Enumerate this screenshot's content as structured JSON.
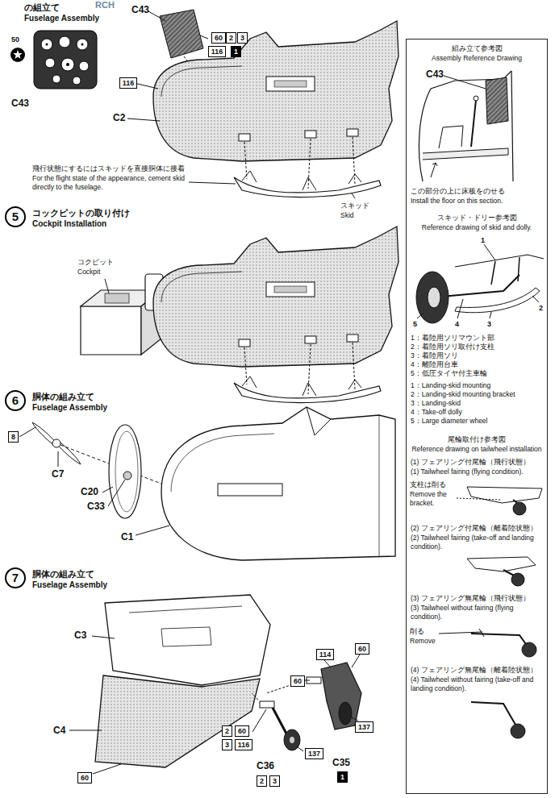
{
  "diagram": {
    "nodes": [
      {
        "text": [
          "60"
        ]
      },
      {
        "text": [
          "2"
        ]
      },
      {
        "text": [
          "3"
        ]
      },
      {
        "text": [
          "116"
        ]
      },
      {
        "text": [
          "1"
        ]
      },
      {
        "text": [
          "116"
        ]
      },
      {
        "text": [
          "5"
        ]
      },
      {
        "text": [
          "6"
        ]
      },
      {
        "text": [
          "8"
        ]
      },
      {
        "text": [
          "7"
        ]
      },
      {
        "text": [
          "114"
        ]
      },
      {
        "text": [
          "60"
        ]
      },
      {
        "text": [
          "60"
        ]
      },
      {
        "text": [
          "2"
        ]
      },
      {
        "text": [
          "60"
        ]
      },
      {
        "text": [
          "3"
        ]
      },
      {
        "text": [
          "116"
        ]
      },
      {
        "text": [
          "137"
        ]
      },
      {
        "text": [
          "137"
        ]
      },
      {
        "text": [
          "2"
        ]
      },
      {
        "text": [
          "3"
        ]
      },
      {
        "text": [
          "1"
        ]
      },
      {
        "text": [
          "60"
        ]
      },
      {
        "text": [
          "組み立て参考図",
          "Assembly Reference Drawing",
          "この部分の上に床板をのせる",
          "Install the floor on this section.",
          "スキッド・ドリー参考図",
          "Reference drawing of skid and dolly.",
          "1：着陸用ソリマウント部",
          "2：着陸用ソリ取付け支柱",
          "3：着陸用ソリ",
          "4：離陸用台車",
          "5：低圧タイヤ付主車輪",
          "1：Landing-skid mounting",
          "2：Landing-skid mounting bracket",
          "3：Landing-skid",
          "4：Take-off dolly",
          "5：Large diameter wheel",
          "尾輪取付け参考図",
          "Reference drawing on tailwheel installation",
          "(1) フェアリング付尾輪（飛行状態）",
          "(1) Tailwheel fairing (flying condition).",
          "支柱は削る",
          "Remove the bracket.",
          "(2) フェアリング付尾輪（離着陸状態）",
          "(2) Tailwheel fairing (take-off and landing condition).",
          "(3) フェアリング無尾輪（飛行状態）",
          "(3) Tailwheel without fairing (flying condition).",
          "削る",
          "Remove",
          "(4) フェアリング無尾輪（離着陸状態）",
          "(4) Tailwheel without fairing (take-off and landing condition)."
        ]
      }
    ],
    "labels": [
      "RCH",
      "の組立て",
      "Fuselage Assembly",
      "C43",
      "50",
      "C43",
      "C2",
      "飛行状態にするにはスキッドを直接胴体に接着",
      "For the flight state of the appearance, cement skid directly to the fuselage.",
      "スキッド",
      "Skid",
      "コックピットの取り付け",
      "Cockpit Installation",
      "コクピット",
      "Cockpit",
      "胴体の組み立て",
      "Fuselage Assembly",
      "C7",
      "C20",
      "C33",
      "C1",
      "胴体の組み立て",
      "Fuselage Assembly",
      "C3",
      "C4",
      "C36",
      "C35",
      "C43",
      "1",
      "2",
      "3",
      "4",
      "5"
    ]
  }
}
